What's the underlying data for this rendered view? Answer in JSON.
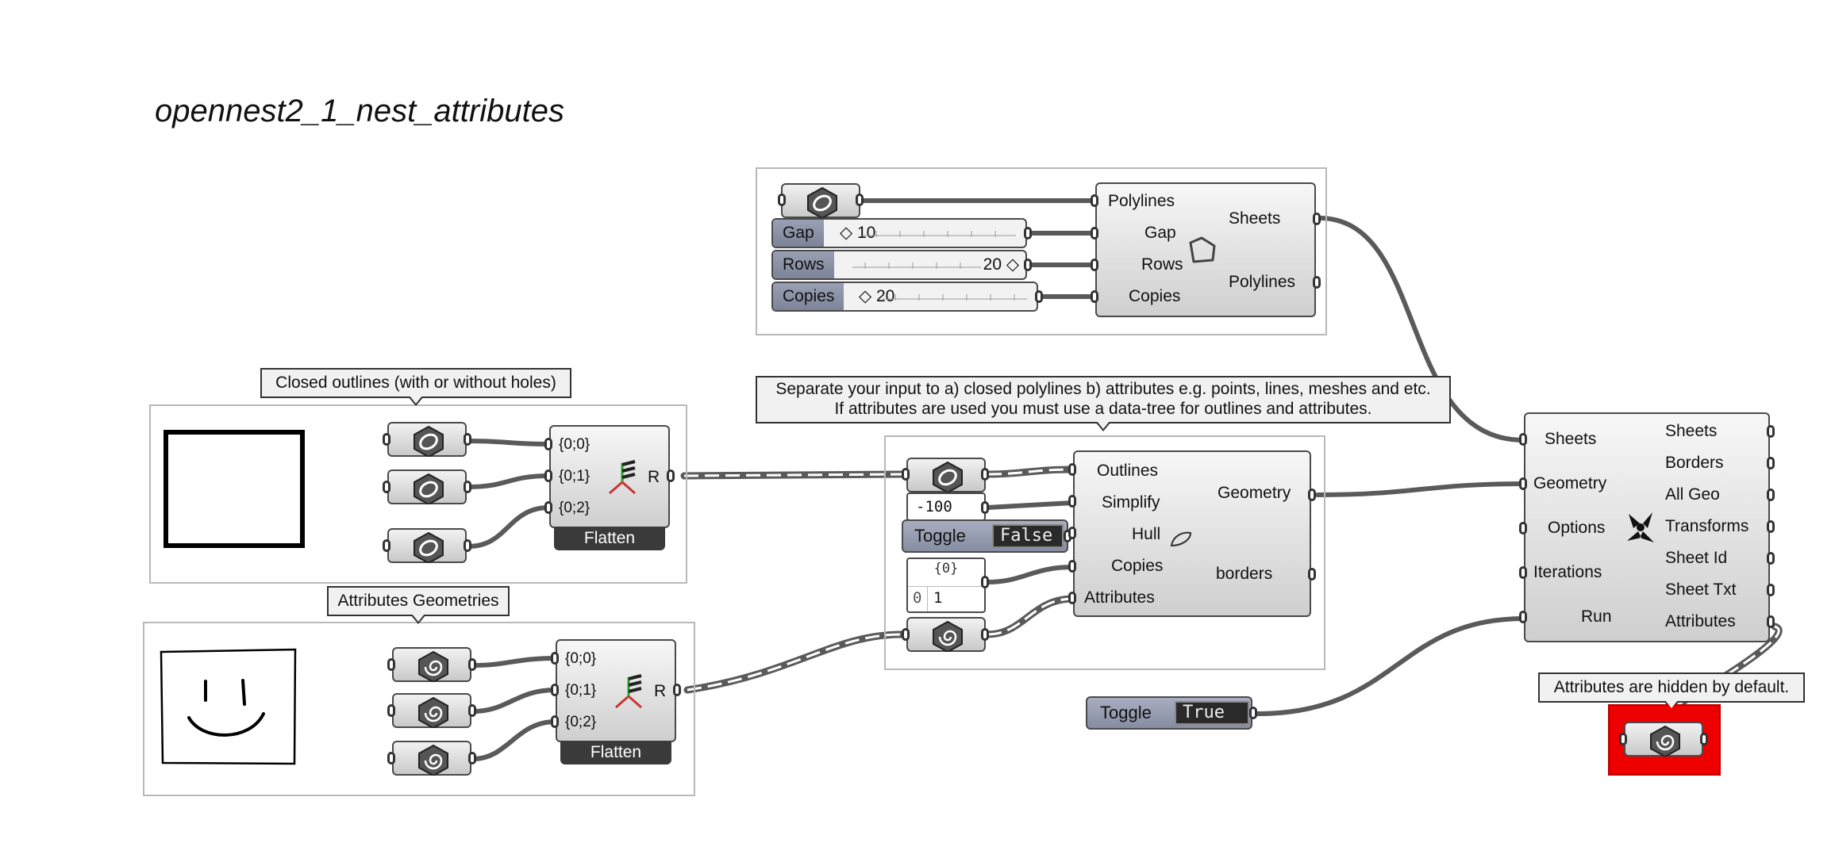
{
  "canvas": {
    "title": "opennest2_1_nest_attributes"
  },
  "notes": {
    "closed_outlines": "Closed outlines (with or without holes)",
    "attributes_geometries": "Attributes Geometries",
    "separate_line1": "Separate your input to a) closed polylines b) attributes e.g. points, lines, meshes and etc.",
    "separate_line2": "If attributes are used you must use a data-tree for outlines and attributes.",
    "attributes_hidden": "Attributes are hidden by default."
  },
  "sheet_component": {
    "inputs": [
      "Polylines",
      "Gap",
      "Rows",
      "Copies"
    ],
    "outputs": [
      "Sheets",
      "Polylines"
    ]
  },
  "sliders": {
    "gap": {
      "name": "Gap",
      "value": "10"
    },
    "rows": {
      "name": "Rows",
      "value": "20"
    },
    "copies": {
      "name": "Copies",
      "value": "20"
    }
  },
  "flatten_top": {
    "inputs": [
      "{0;0}",
      "{0;1}",
      "{0;2}"
    ],
    "output": "R",
    "label": "Flatten"
  },
  "flatten_bottom": {
    "inputs": [
      "{0;0}",
      "{0;1}",
      "{0;2}"
    ],
    "output": "R",
    "label": "Flatten"
  },
  "simplify_value": "-100",
  "hull_toggle": {
    "name": "Toggle",
    "value": "False"
  },
  "copies_panel": {
    "path": "{0}",
    "index": "0",
    "value": "1"
  },
  "geometry_component": {
    "inputs": [
      "Outlines",
      "Simplify",
      "Hull",
      "Copies",
      "Attributes"
    ],
    "outputs": [
      "Geometry",
      "borders"
    ]
  },
  "run_toggle": {
    "name": "Toggle",
    "value": "True"
  },
  "nest_component": {
    "inputs": [
      "Sheets",
      "Geometry",
      "Options",
      "Iterations",
      "Run"
    ],
    "outputs": [
      "Sheets",
      "Borders",
      "All Geo",
      "Transforms",
      "Sheet Id",
      "Sheet Txt",
      "Attributes"
    ]
  },
  "colors": {
    "wire": "#555555",
    "component_fill": "#d8d8d8",
    "hidden_highlight": "#ee0000",
    "slider_name": "#8a90a5"
  }
}
